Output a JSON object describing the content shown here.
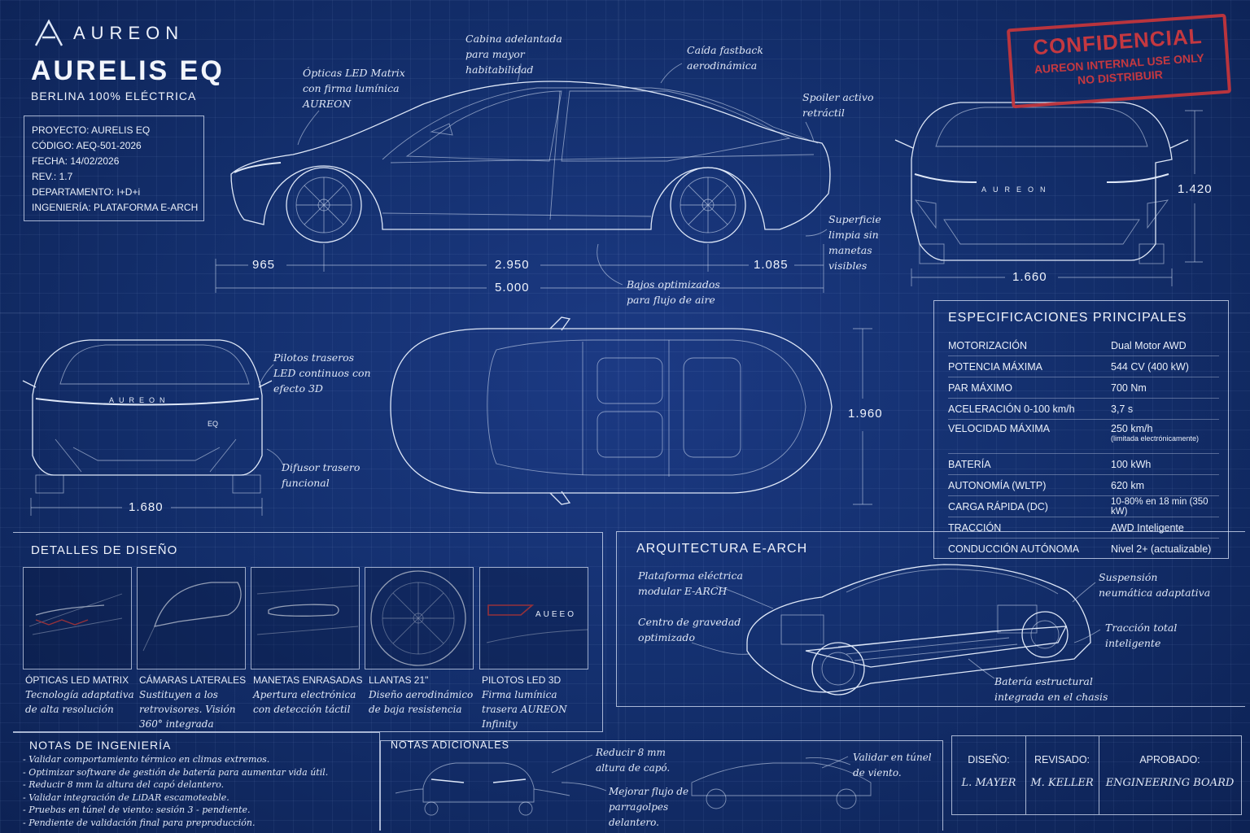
{
  "brand": {
    "name": "AUREON"
  },
  "model": {
    "title": "AURELIS EQ",
    "subtitle": "BERLINA 100% ELÉCTRICA"
  },
  "project_info": [
    "PROYECTO: AURELIS EQ",
    "CÓDIGO: AEQ-501-2026",
    "FECHA: 14/02/2026",
    "REV.: 1.7",
    "DEPARTAMENTO: I+D+i",
    "INGENIERÍA: PLATAFORMA E-ARCH"
  ],
  "stamp": {
    "line1": "CONFIDENCIAL",
    "line2": "AUREON INTERNAL USE ONLY",
    "line3": "NO DISTRIBUIR"
  },
  "annotations": {
    "optics": "Ópticas LED Matrix con firma lumínica AUREON",
    "cabin": "Cabina adelantada para mayor habitabilidad",
    "fastback": "Caída fastback aerodinámica",
    "spoiler": "Spoiler activo retráctil",
    "surface": "Superficie limpia sin manetas visibles",
    "underbody": "Bajos optimizados para flujo de aire",
    "rear_lights": "Pilotos traseros LED continuos con efecto 3D",
    "diffuser": "Difusor trasero funcional"
  },
  "dimensions": {
    "front_overhang": "965",
    "wheelbase": "2.950",
    "rear_overhang": "1.085",
    "length": "5.000",
    "height": "1.420",
    "front_width": "1.660",
    "rear_width": "1.680",
    "mirror_width": "1.960"
  },
  "badges": {
    "rear_brand": "AUREON",
    "rear_model": "EQ",
    "front_brand": "AUREON",
    "light_brand": "AUEEO"
  },
  "specs": {
    "title": "ESPECIFICACIONES PRINCIPALES",
    "rows": [
      {
        "label": "MOTORIZACIÓN",
        "value": "Dual Motor AWD",
        "note": ""
      },
      {
        "label": "POTENCIA MÁXIMA",
        "value": "544 CV (400 kW)",
        "note": ""
      },
      {
        "label": "PAR MÁXIMO",
        "value": "700 Nm",
        "note": ""
      },
      {
        "label": "ACELERACIÓN 0-100 km/h",
        "value": "3,7 s",
        "note": ""
      },
      {
        "label": "VELOCIDAD MÁXIMA",
        "value": "250 km/h",
        "note": "(limitada electrónicamente)"
      },
      {
        "label": "BATERÍA",
        "value": "100 kWh",
        "note": ""
      },
      {
        "label": "AUTONOMÍA (WLTP)",
        "value": "620 km",
        "note": ""
      },
      {
        "label": "CARGA RÁPIDA (DC)",
        "value": "10-80% en 18 min (350 kW)",
        "note": ""
      },
      {
        "label": "TRACCIÓN",
        "value": "AWD Inteligente",
        "note": ""
      },
      {
        "label": "CONDUCCIÓN AUTÓNOMA",
        "value": "Nivel 2+ (actualizable)",
        "note": ""
      }
    ]
  },
  "design": {
    "title": "DETALLES DE DISEÑO",
    "items": [
      {
        "title": "ÓPTICAS LED MATRIX",
        "desc": "Tecnología adaptativa de alta resolución"
      },
      {
        "title": "CÁMARAS LATERALES",
        "desc": "Sustituyen a los retrovisores. Visión 360° integrada"
      },
      {
        "title": "MANETAS ENRASADAS",
        "desc": "Apertura electrónica con detección táctil"
      },
      {
        "title": "LLANTAS 21\"",
        "desc": "Diseño aerodinámico de baja resistencia"
      },
      {
        "title": "PILOTOS LED 3D",
        "desc": "Firma lumínica trasera AUREON Infinity"
      }
    ]
  },
  "architecture": {
    "title": "ARQUITECTURA E-ARCH",
    "platform": "Plataforma eléctrica modular E-ARCH",
    "gravity": "Centro de gravedad optimizado",
    "suspension": "Suspensión neumática adaptativa",
    "traction": "Tracción total inteligente",
    "battery": "Batería estructural integrada en el chasis"
  },
  "eng_notes": {
    "title": "NOTAS DE INGENIERÍA",
    "items": [
      "- Validar comportamiento térmico en climas extremos.",
      "- Optimizar software de gestión de batería para aumentar vida útil.",
      "- Reducir 8 mm la altura del capó delantero.",
      "- Validar integración de LiDAR escamoteable.",
      "- Pruebas en túnel de viento: sesión 3 - pendiente.",
      "- Pendiente de validación final para preproducción."
    ]
  },
  "add_notes": {
    "title": "NOTAS ADICIONALES",
    "hood": "Reducir 8 mm altura de capó.",
    "wind": "Validar en túnel de viento.",
    "bumper": "Mejorar flujo de parragolpes delantero."
  },
  "signoff": {
    "design_label": "DISEÑO:",
    "design_name": "L. MAYER",
    "review_label": "REVISADO:",
    "review_name": "M. KELLER",
    "approve_label": "APROBADO:",
    "approve_name": "ENGINEERING BOARD"
  },
  "colors": {
    "paper": "#14306f",
    "line": "#dfe8f8",
    "stamp": "#c8363b",
    "accent_led": "#e0403a"
  }
}
